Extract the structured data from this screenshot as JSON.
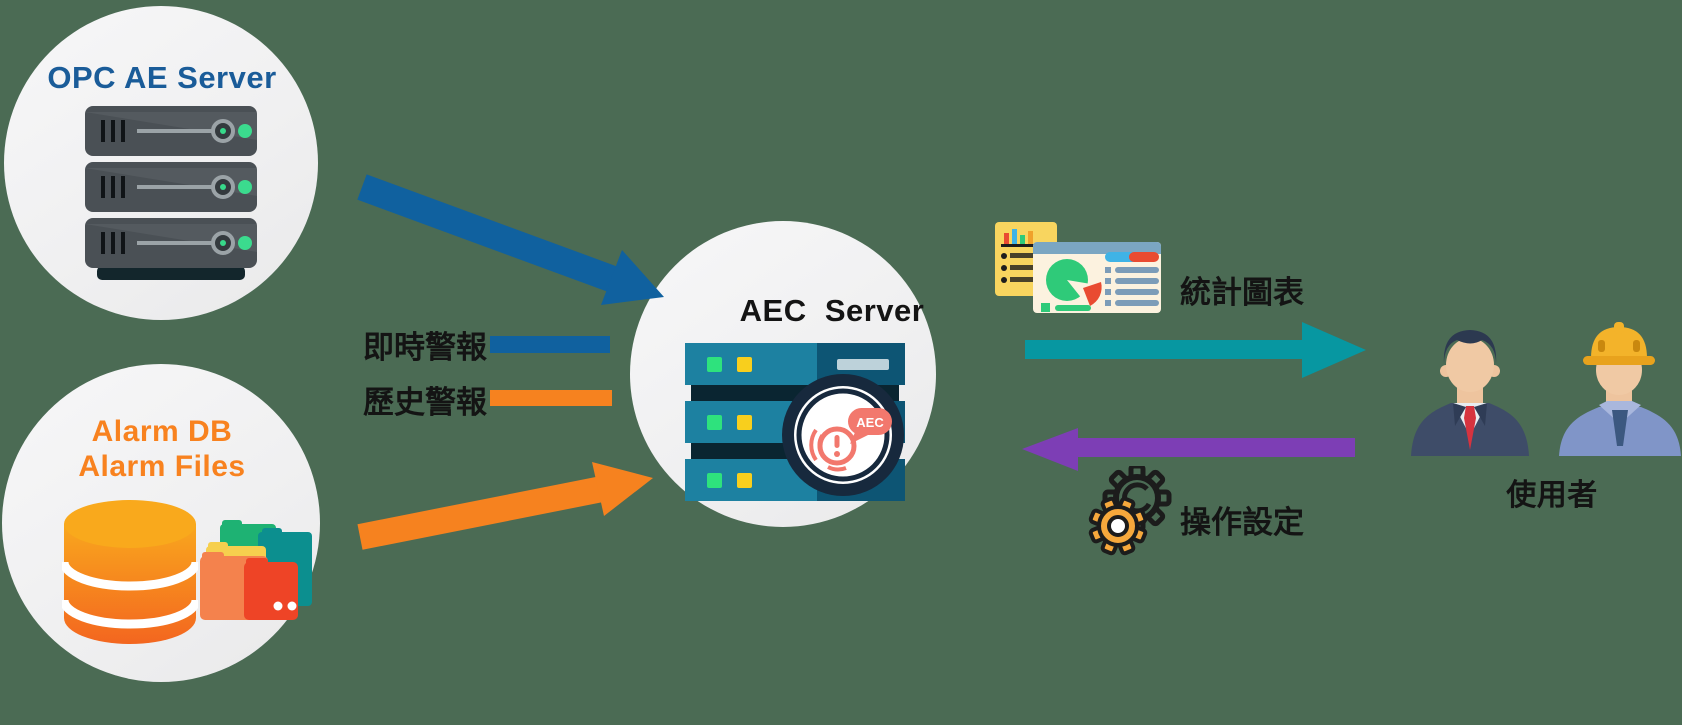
{
  "diagram": {
    "background_color": "#4b6b54",
    "nodes": {
      "opc_server": {
        "title": "OPC AE Server",
        "title_color": "#1a5c99"
      },
      "alarm_sources": {
        "title_line1": "Alarm DB",
        "title_line2": "Alarm Files",
        "title_color": "#f8821f"
      },
      "aec_server": {
        "title": "AEC  Server",
        "badge_label": "AEC"
      },
      "users": {
        "label": "使用者"
      }
    },
    "legend": {
      "items": [
        {
          "label": "即時警報",
          "color": "#10619f"
        },
        {
          "label": "歷史警報",
          "color": "#f6821f"
        }
      ]
    },
    "flows": {
      "realtime_alarm": {
        "color": "#10619f",
        "from": "OPC AE Server",
        "to": "AEC Server"
      },
      "history_alarm": {
        "color": "#f6821f",
        "from": "Alarm DB / Alarm Files",
        "to": "AEC Server"
      },
      "charts": {
        "label": "統計圖表",
        "color": "#0797a1",
        "from": "AEC Server",
        "to": "使用者"
      },
      "settings": {
        "label": "操作設定",
        "color": "#7d3eb5",
        "from": "使用者",
        "to": "AEC Server"
      }
    }
  }
}
